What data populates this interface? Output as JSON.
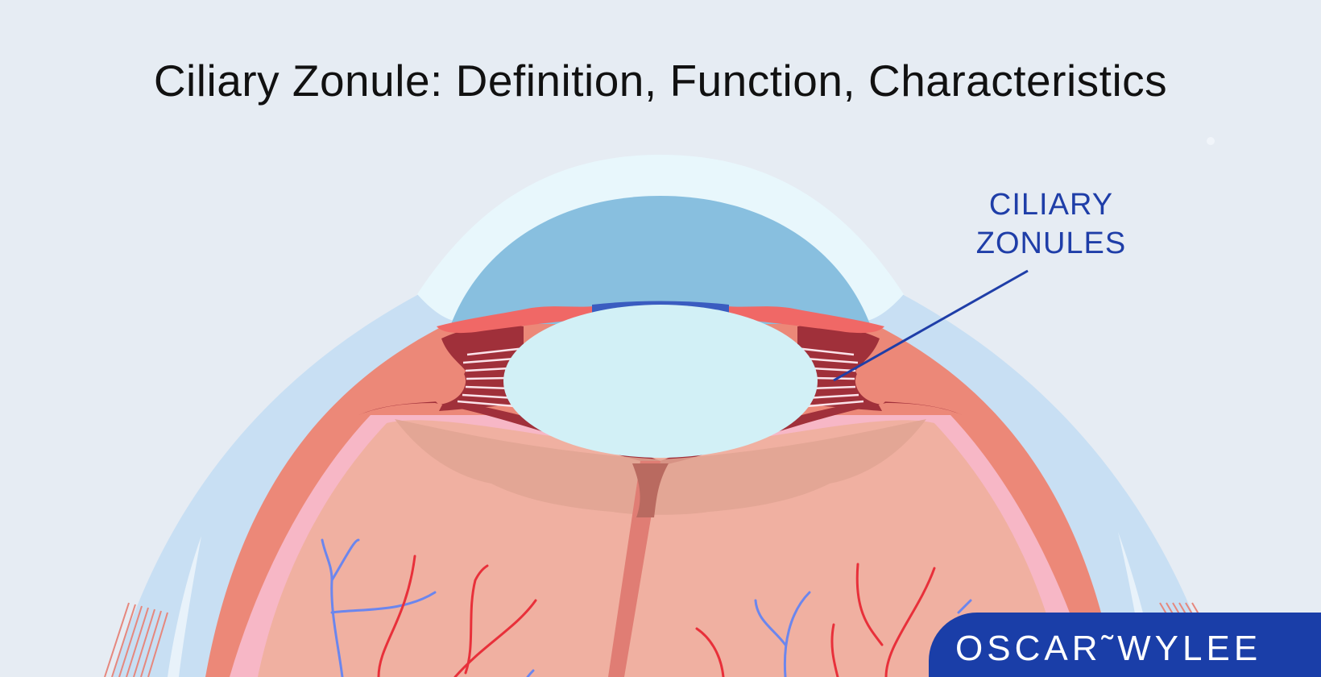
{
  "title": "Ciliary Zonule: Definition, Function, Characteristics",
  "label": {
    "line1": "CILIARY",
    "line2": "ZONULES"
  },
  "brand": {
    "name": "OSCAR˜WYLEE"
  },
  "colors": {
    "background": "#e6ecf3",
    "title_text": "#111111",
    "label_text": "#1f3ea8",
    "brand_background": "#1a3ea8",
    "brand_text": "#ffffff",
    "cornea": "#e8f7fc",
    "aqueous_humor": "#88bfdf",
    "sclera": "#c8dff3",
    "choroid": "#ec8878",
    "retina": "#f7b7c6",
    "vitreous": "#f0b0a1",
    "iris": "#f06866",
    "ciliary_body": "#a0303a",
    "lens": "#d2f0f6",
    "vein": "#6b86ee",
    "artery": "#e8303a"
  }
}
